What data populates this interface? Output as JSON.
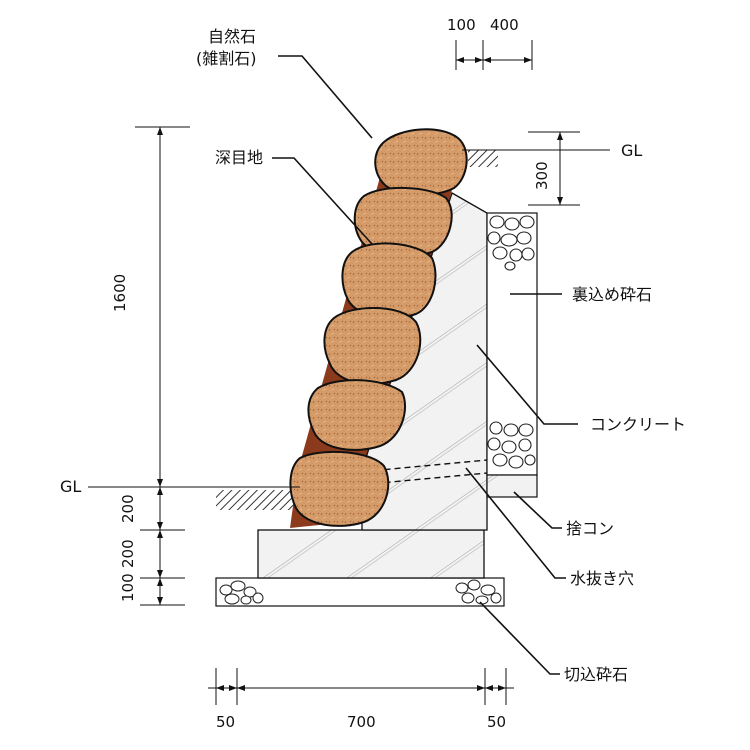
{
  "labels": {
    "natural_stone": "自然石",
    "natural_stone_sub": "(雑割石)",
    "deep_joint": "深目地",
    "back_fill_gravel": "裏込め砕石",
    "concrete": "コンクリート",
    "lean_concrete": "捨コン",
    "weep_hole": "水抜き穴",
    "crushed_stone_base": "切込砕石",
    "gl_top": "GL",
    "gl_bottom": "GL"
  },
  "dimensions": {
    "top_100": "100",
    "top_400": "400",
    "right_300": "300",
    "left_1600": "1600",
    "left_200_a": "200",
    "left_200_b": "200",
    "left_100": "100",
    "bottom_50_left": "50",
    "bottom_700": "700",
    "bottom_50_right": "50"
  },
  "colors": {
    "stone_fill": "#d49a68",
    "stone_outline": "#111111",
    "joint_mortar": "#8b3a1c",
    "concrete_fill": "#f2f2f2",
    "concrete_hatch": "#9a9a9a",
    "gravel_fill": "#ffffff"
  }
}
